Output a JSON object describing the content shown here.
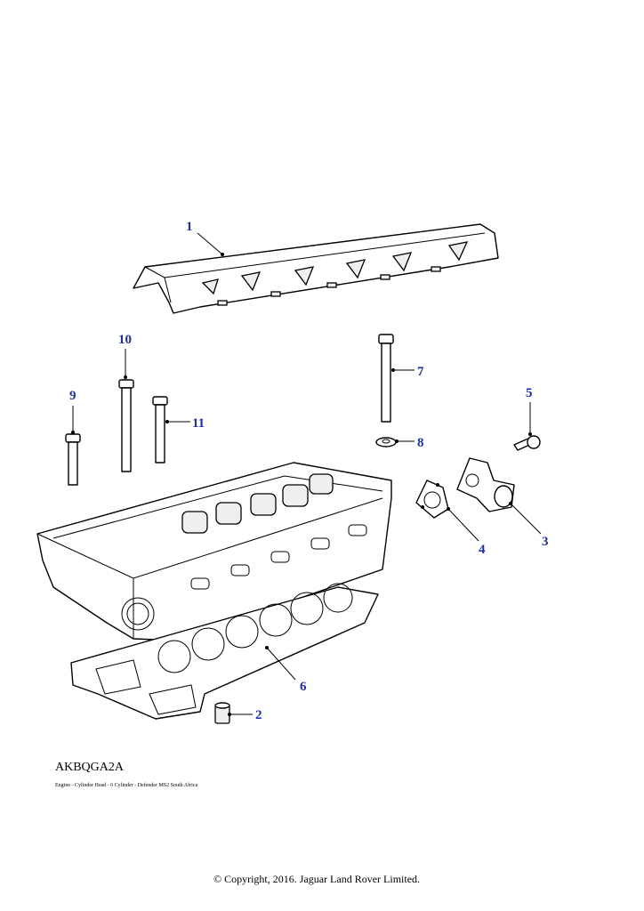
{
  "diagram": {
    "code": "AKBQGA2A",
    "caption": "Engine - Cylinder Head - 6 Cylinder - Defender MS2 South Africa",
    "copyright": "© Copyright, 2016. Jaguar Land Rover Limited.",
    "callouts": {
      "c1": "1",
      "c2": "2",
      "c3": "3",
      "c4": "4",
      "c5": "5",
      "c6": "6",
      "c7": "7",
      "c8": "8",
      "c9": "9",
      "c10": "10",
      "c11": "11"
    },
    "callout_color": "#1a2fb5"
  }
}
